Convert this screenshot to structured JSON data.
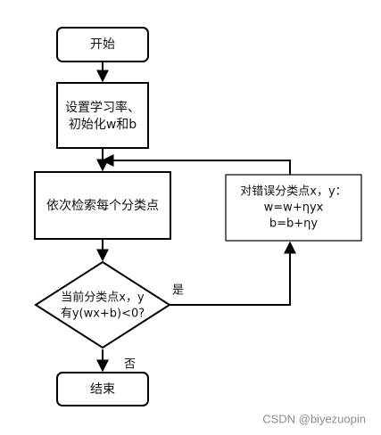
{
  "flowchart": {
    "nodes": {
      "start": {
        "text": "开始"
      },
      "init": {
        "lines": [
          "设置学习率、",
          "初始化w和b"
        ]
      },
      "check": {
        "text": "依次检索每个分类点"
      },
      "decision": {
        "lines": [
          "当前分类点x，y",
          "有y(wx+b)<0?"
        ]
      },
      "update": {
        "lines": [
          "对错误分类点x，y：",
          "w=w+ηyx",
          "b=b+ηy"
        ]
      },
      "end": {
        "text": "结束"
      }
    },
    "edges": {
      "yes_label": "是",
      "no_label": "否"
    },
    "style": {
      "stroke": "#000000",
      "fill": "#ffffff"
    }
  },
  "watermark": "CSDN @biyezuopin"
}
